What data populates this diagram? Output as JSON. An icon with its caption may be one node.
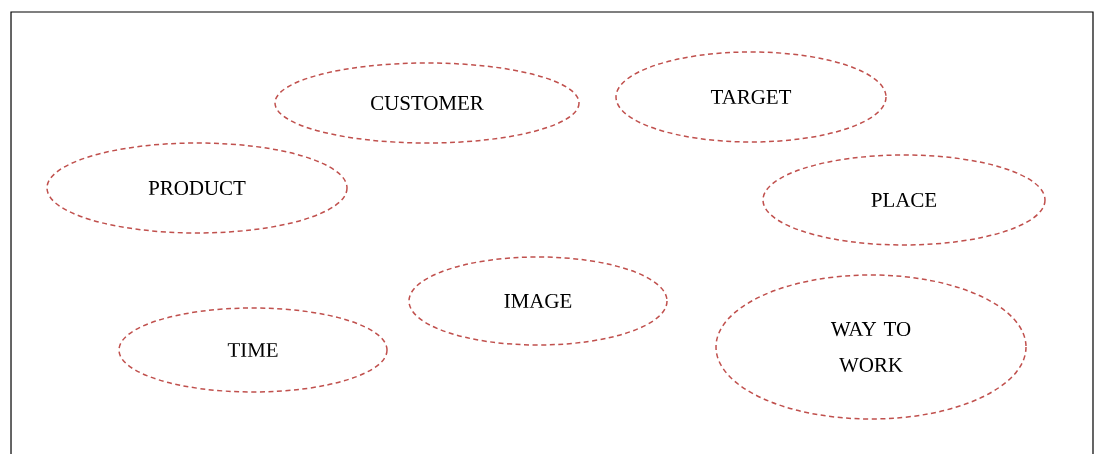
{
  "diagram": {
    "nodes": [
      {
        "text": [
          "CUSTOMER"
        ]
      },
      {
        "text": [
          "TARGET"
        ]
      },
      {
        "text": [
          "PRODUCT"
        ]
      },
      {
        "text": [
          "PLACE"
        ]
      },
      {
        "text": [
          "IMAGE"
        ]
      },
      {
        "text": [
          "TIME"
        ]
      },
      {
        "text": [
          "WAY TO WORK"
        ]
      }
    ]
  }
}
